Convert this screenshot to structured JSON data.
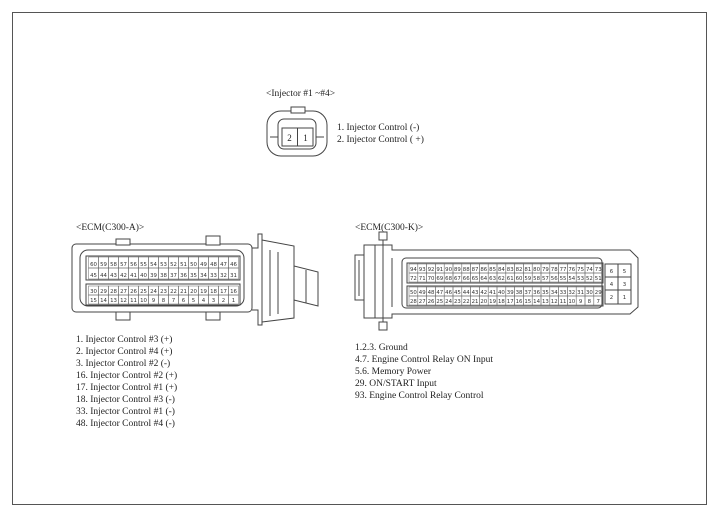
{
  "injector": {
    "title": "<Injector #1 ~#4>",
    "pin_numbers": [
      "2",
      "1"
    ],
    "pins": [
      "1. Injector Control   (-)",
      "2. Injector Control ( +)"
    ]
  },
  "ecm_a": {
    "title": "<ECM(C300-A)>",
    "upper_rows": [
      [
        "60",
        "59",
        "58",
        "57",
        "56",
        "55",
        "54",
        "53",
        "52",
        "51",
        "50",
        "49",
        "48",
        "47",
        "46"
      ],
      [
        "45",
        "44",
        "43",
        "42",
        "41",
        "40",
        "39",
        "38",
        "37",
        "36",
        "35",
        "34",
        "33",
        "32",
        "31"
      ]
    ],
    "lower_rows": [
      [
        "30",
        "29",
        "28",
        "27",
        "26",
        "25",
        "24",
        "23",
        "22",
        "21",
        "20",
        "19",
        "18",
        "17",
        "16"
      ],
      [
        "15",
        "14",
        "13",
        "12",
        "11",
        "10",
        "9",
        "8",
        "7",
        "6",
        "5",
        "4",
        "3",
        "2",
        "1"
      ]
    ],
    "pins": [
      "1. Injector Control  #3  (+)",
      "2. Injector Control  #4  (+)",
      "3. Injector Control  #2  (-)",
      "16.  Injector Control  #2  (+)",
      "17.  Injector Control  #1  (+)",
      "18.  Injector Control  #3  (-)",
      "33.  Injector Control  #1  (-)",
      "48.  Injector Control  #4  (-)"
    ]
  },
  "ecm_k": {
    "title": "<ECM(C300-K)>",
    "upper_rows": [
      [
        "94",
        "93",
        "92",
        "91",
        "90",
        "89",
        "88",
        "87",
        "86",
        "85",
        "84",
        "83",
        "82",
        "81",
        "80",
        "79",
        "78",
        "77",
        "76",
        "75",
        "74",
        "73"
      ],
      [
        "72",
        "71",
        "70",
        "69",
        "68",
        "67",
        "66",
        "65",
        "64",
        "63",
        "62",
        "61",
        "60",
        "59",
        "58",
        "57",
        "56",
        "55",
        "54",
        "53",
        "52",
        "51"
      ]
    ],
    "lower_rows": [
      [
        "50",
        "49",
        "48",
        "47",
        "46",
        "45",
        "44",
        "43",
        "42",
        "41",
        "40",
        "39",
        "38",
        "37",
        "36",
        "35",
        "34",
        "33",
        "32",
        "31",
        "30",
        "29"
      ],
      [
        "28",
        "27",
        "26",
        "25",
        "24",
        "23",
        "22",
        "21",
        "20",
        "19",
        "18",
        "17",
        "16",
        "15",
        "14",
        "13",
        "12",
        "11",
        "10",
        "9",
        "8",
        "7"
      ]
    ],
    "side_block": [
      [
        "6",
        "5"
      ],
      [
        "4",
        "3"
      ],
      [
        "2",
        "1"
      ]
    ],
    "pins": [
      "1.2.3.   Ground",
      "4.7. Engine Control Relay ON Input",
      "5.6.   Memory Power",
      "29.  ON/START Input",
      "93.  Engine Control Relay Control"
    ]
  }
}
